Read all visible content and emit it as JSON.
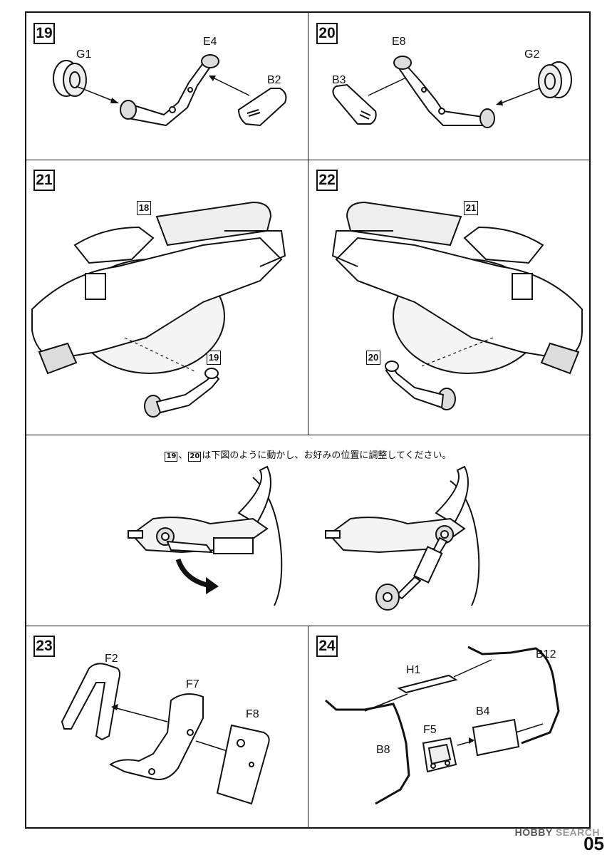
{
  "steps": {
    "s19": {
      "number": "19",
      "parts": {
        "g1": "G1",
        "e4": "E4",
        "b2": "B2"
      }
    },
    "s20": {
      "number": "20",
      "parts": {
        "b3": "B3",
        "e8": "E8",
        "g2": "G2"
      }
    },
    "s21": {
      "number": "21",
      "ref_top": "18",
      "ref_sub": "19"
    },
    "s22": {
      "number": "22",
      "ref_top": "21",
      "ref_sub": "20"
    },
    "s23": {
      "number": "23",
      "parts": {
        "f2": "F2",
        "f7": "F7",
        "f8": "F8"
      }
    },
    "s24": {
      "number": "24",
      "parts": {
        "h1": "H1",
        "b12": "B12",
        "b4": "B4",
        "f5": "F5",
        "b8": "B8"
      }
    }
  },
  "note": {
    "ref_a": "19",
    "ref_b": "20",
    "text": "は下図のように動かし、お好みの位置に調整してください。"
  },
  "footer": {
    "watermark_brand": "HOBBY",
    "watermark_suffix": "SEARCH",
    "page": "05"
  }
}
